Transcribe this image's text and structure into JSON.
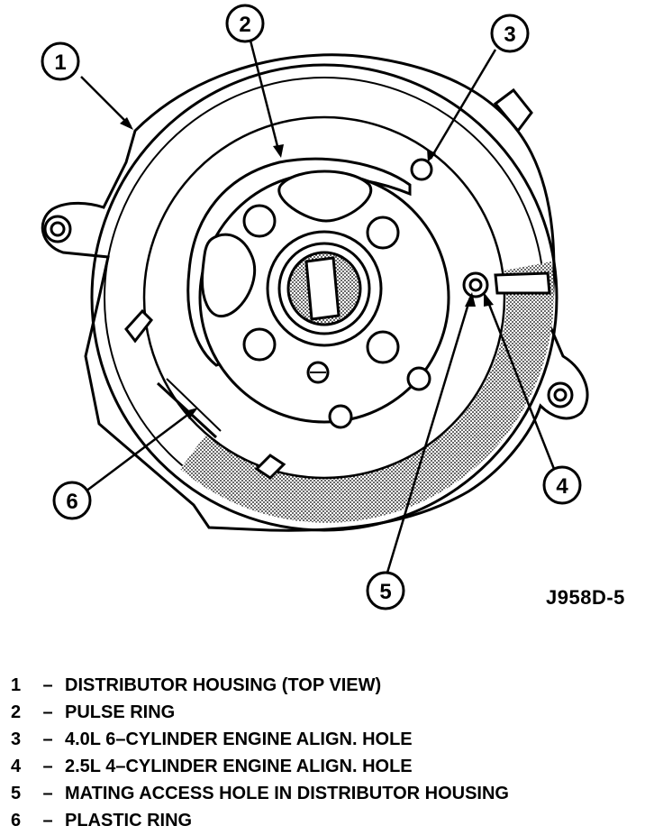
{
  "figure": {
    "code": "J958D-5",
    "callouts": [
      {
        "number": "1"
      },
      {
        "number": "2"
      },
      {
        "number": "3"
      },
      {
        "number": "4"
      },
      {
        "number": "5"
      },
      {
        "number": "6"
      }
    ]
  },
  "legend": [
    {
      "number": "1",
      "dash": "–",
      "text": "DISTRIBUTOR HOUSING (TOP VIEW)"
    },
    {
      "number": "2",
      "dash": "–",
      "text": "PULSE RING"
    },
    {
      "number": "3",
      "dash": "–",
      "text": "4.0L 6–CYLINDER ENGINE ALIGN. HOLE"
    },
    {
      "number": "4",
      "dash": "–",
      "text": "2.5L 4–CYLINDER ENGINE ALIGN. HOLE"
    },
    {
      "number": "5",
      "dash": "–",
      "text": "MATING ACCESS HOLE IN DISTRIBUTOR HOUSING"
    },
    {
      "number": "6",
      "dash": "–",
      "text": "PLASTIC RING"
    }
  ]
}
